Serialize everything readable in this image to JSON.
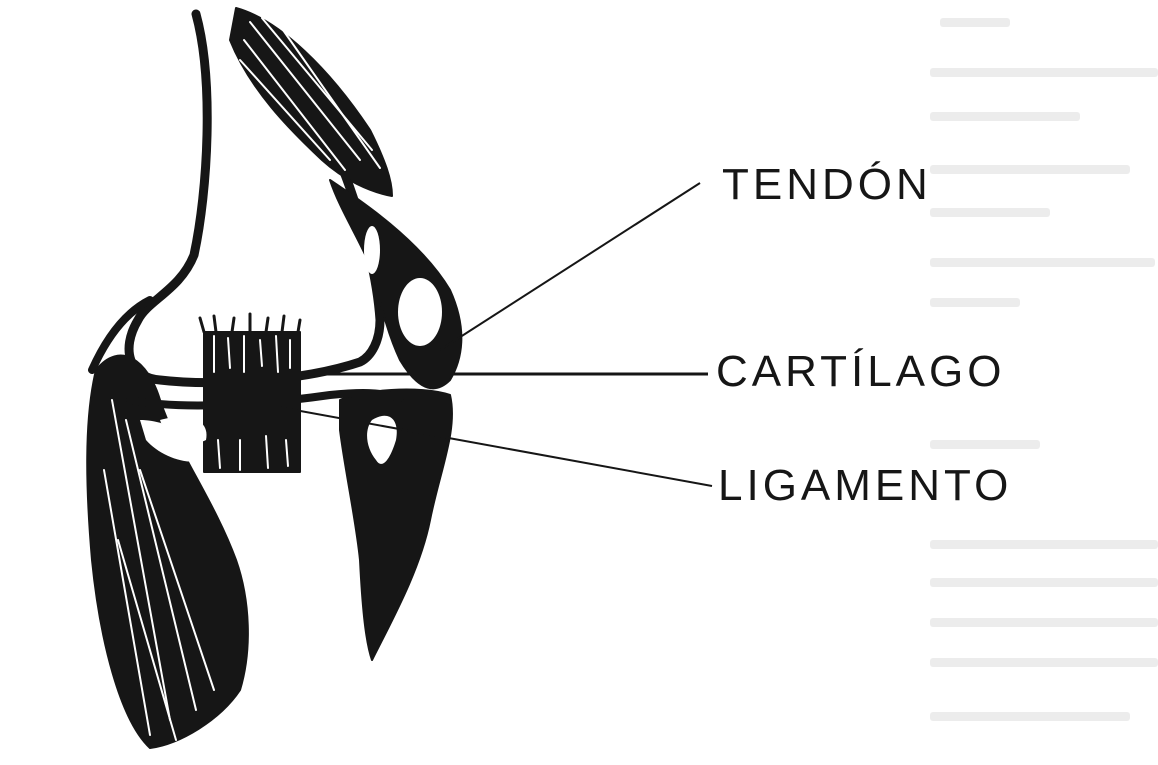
{
  "labels": {
    "tendon": "TENDÓN",
    "cartilage": "CARTÍLAGO",
    "ligament": "LIGAMENTO"
  },
  "colors": {
    "ink": "#161616",
    "paper": "#ffffff",
    "bleed_through": "#ececec"
  }
}
